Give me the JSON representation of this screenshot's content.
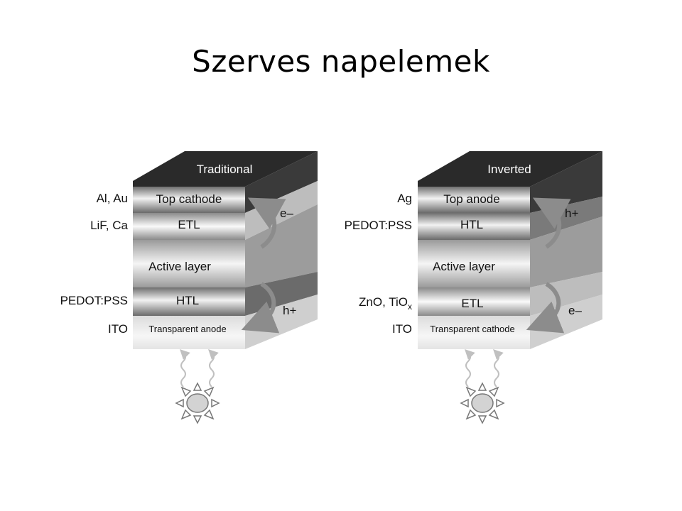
{
  "title": "Szerves napelemek",
  "traditional": {
    "header": "Traditional",
    "layers": {
      "top": "Top cathode",
      "etl": "ETL",
      "active": "Active layer",
      "htl": "HTL",
      "bottom": "Transparent anode"
    },
    "materials": {
      "top": "Al, Au",
      "etl": "LiF, Ca",
      "htl": "PEDOT:PSS",
      "bottom": "ITO"
    },
    "carriers": {
      "upper": "e–",
      "lower": "h+"
    }
  },
  "inverted": {
    "header": "Inverted",
    "layers": {
      "top": "Top anode",
      "htl": "HTL",
      "active": "Active layer",
      "etl": "ETL",
      "bottom": "Transparent cathode"
    },
    "materials": {
      "top": "Ag",
      "htl": "PEDOT:PSS",
      "etl_main": "ZnO, TiO",
      "etl_sub": "x",
      "bottom": "ITO"
    },
    "carriers": {
      "upper": "h+",
      "lower": "e–"
    }
  }
}
